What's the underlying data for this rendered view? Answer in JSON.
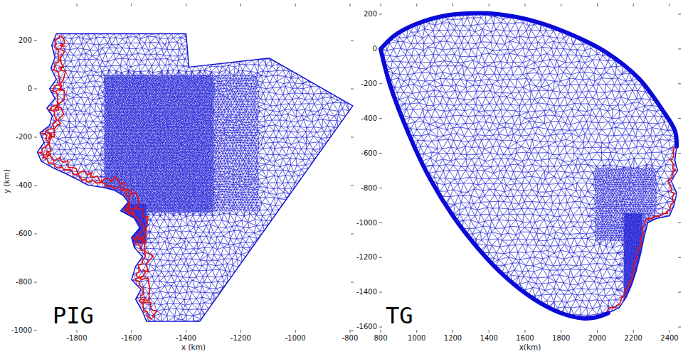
{
  "diagram": {
    "labels": [
      "PIG",
      "200",
      "0",
      "-200",
      "-400",
      "-600",
      "-800",
      "-1000",
      "y (km)",
      "-1800",
      "-1600",
      "-1400",
      "-1200",
      "-1000",
      "-800",
      "x (km)",
      "TG",
      "200",
      "0",
      "-200",
      "-400",
      "-600",
      "-800",
      "-1000",
      "-1200",
      "-1400",
      "-1600",
      "800",
      "1000",
      "1200",
      "1400",
      "1600",
      "1800",
      "2000",
      "2200",
      "2400",
      "x(km)"
    ]
  }
}
